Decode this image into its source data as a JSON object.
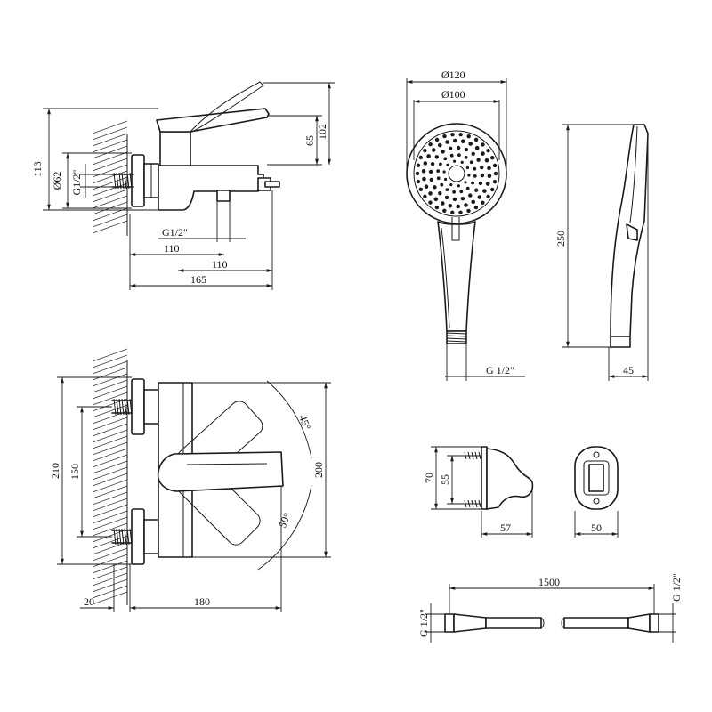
{
  "dimensions": {
    "side_113": "113",
    "side_d62": "Ø62",
    "side_g12": "G1/2\"",
    "side_65": "65",
    "side_102": "102",
    "side_outlet_g12": "G1/2\"",
    "side_110a": "110",
    "side_110b": "110",
    "side_165": "165",
    "front_210": "210",
    "front_150": "150",
    "front_200": "200",
    "front_45deg": "45°",
    "front_50deg": "50°",
    "front_20": "20",
    "front_180": "180",
    "head_d120": "Ø120",
    "head_d100": "Ø100",
    "head_g12": "G 1/2\"",
    "head_250": "250",
    "head_45": "45",
    "holder_70": "70",
    "holder_55": "55",
    "holder_57": "57",
    "holder_50": "50",
    "hose_1500": "1500",
    "hose_g12_left": "G 1/2\"",
    "hose_g12_right": "G 1/2\""
  }
}
